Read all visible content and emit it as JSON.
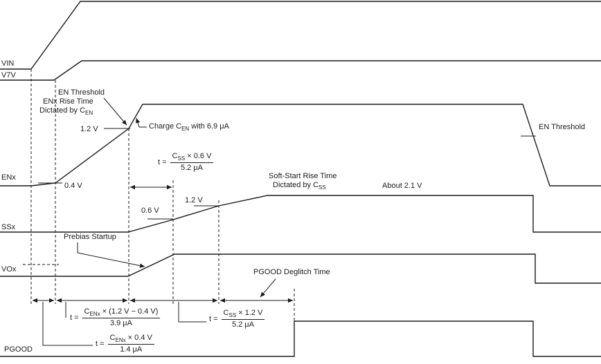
{
  "colors": {
    "stroke": "#1a1a1a",
    "background": "#ffffff"
  },
  "signals": {
    "vin": "VIN",
    "v7v": "V7V",
    "enx": "ENx",
    "ssx": "SSx",
    "vox": "VOx",
    "pgood": "PGOOD"
  },
  "annotations": {
    "en_threshold_left": "EN Threshold",
    "enx_rise_time": "ENx Rise Time",
    "dictated_by_cen": [
      {
        "t": "Dictated by C"
      },
      {
        "t": "EN",
        "sub": true
      }
    ],
    "charge_cen": [
      {
        "t": "Charge C"
      },
      {
        "t": "EN",
        "sub": true
      },
      {
        "t": " with 6.9 μA"
      }
    ],
    "soft_start_rise_1": "Soft-Start Rise Time",
    "soft_start_rise_2": [
      {
        "t": "Dictated by C"
      },
      {
        "t": "SS",
        "sub": true
      }
    ],
    "about_2_1": "About 2.1 V",
    "prebias_startup": "Prebias Startup",
    "pgood_deglitch": "PGOOD Deglitch Time",
    "en_threshold_right": "EN Threshold"
  },
  "levels": {
    "en_1_2": "1.2 V",
    "en_0_4": "0.4 V",
    "ss_0_6": "0.6 V",
    "ss_1_2": "1.2 V"
  },
  "formulas": {
    "css_0_6": {
      "prefix": "t =",
      "numerator": [
        {
          "t": "C"
        },
        {
          "t": "SS",
          "sub": true
        },
        {
          "t": " × 0.6 V"
        }
      ],
      "denominator": "5.2 μA"
    },
    "cenx_diff": {
      "prefix": "t =",
      "numerator": [
        {
          "t": "C"
        },
        {
          "t": "ENx",
          "sub": true
        },
        {
          "t": " × (1.2 V − 0.4 V)"
        }
      ],
      "denominator": "3.9 μA"
    },
    "css_1_2": {
      "prefix": "t =",
      "numerator": [
        {
          "t": "C"
        },
        {
          "t": "SS",
          "sub": true
        },
        {
          "t": " × 1.2 V"
        }
      ],
      "denominator": "5.2 μA"
    },
    "cenx_0_4": {
      "prefix": "t =",
      "numerator": [
        {
          "t": "C"
        },
        {
          "t": "ENx",
          "sub": true
        },
        {
          "t": " × 0.4 V"
        }
      ],
      "denominator": "1.4 μA"
    }
  }
}
